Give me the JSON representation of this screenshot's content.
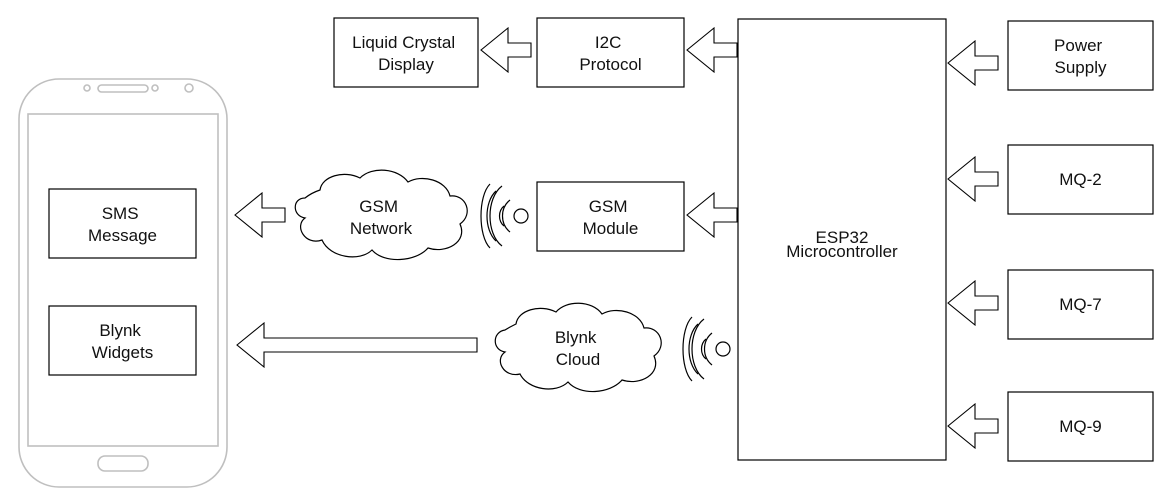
{
  "blocks": {
    "lcd": [
      "Liquid Crystal",
      "Display"
    ],
    "i2c": [
      "I2C",
      "Protocol"
    ],
    "esp32": [
      "ESP32",
      "Microcontroller"
    ],
    "power": [
      "Power",
      "Supply"
    ],
    "mq2": [
      "MQ-2"
    ],
    "mq7": [
      "MQ-7"
    ],
    "mq9": [
      "MQ-9"
    ],
    "gsm_module": [
      "GSM",
      "Module"
    ],
    "gsm_network": [
      "GSM",
      "Network"
    ],
    "blynk_cloud": [
      "Blynk",
      "Cloud"
    ],
    "sms": [
      "SMS",
      "Message"
    ],
    "widgets": [
      "Blynk",
      "Widgets"
    ]
  },
  "colors": {
    "stroke": "#000000",
    "phone_outline": "#bfbfbf",
    "text": "#111111"
  },
  "icons": {
    "phone": "smartphone-icon",
    "signal": "wireless-signal-icon",
    "cloud": "cloud-icon"
  }
}
